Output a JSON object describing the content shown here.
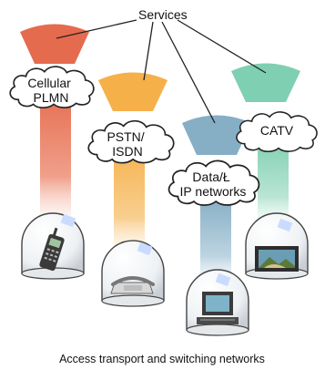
{
  "title": "Services",
  "caption": "Access transport and switching networks",
  "networks": [
    {
      "label_lines": [
        "Cellular",
        "PLMN"
      ],
      "color": "#e07a5f",
      "device_icon": "mobile-phone-icon"
    },
    {
      "label_lines": [
        "PSTN/",
        "ISDN"
      ],
      "color": "#f3b24f",
      "device_icon": "telephone-icon"
    },
    {
      "label_lines": [
        "Data/Ł",
        "IP networks"
      ],
      "color": "#8fb6c9",
      "device_icon": "computer-icon"
    },
    {
      "label_lines": [
        "CATV"
      ],
      "color": "#87cdb4",
      "device_icon": "television-icon"
    }
  ]
}
